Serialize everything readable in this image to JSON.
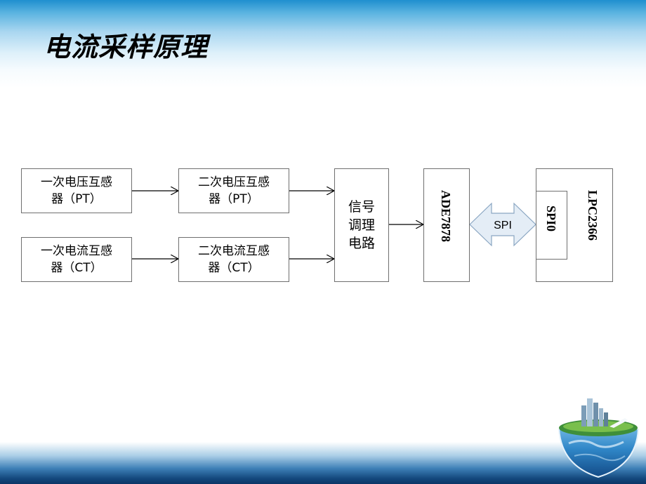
{
  "slide": {
    "title": "电流采样原理"
  },
  "diagram": {
    "primary_pt": {
      "line1": "一次电压互感",
      "line2": "器（PT）"
    },
    "secondary_pt": {
      "line1": "二次电压互感",
      "line2": "器（PT）"
    },
    "primary_ct": {
      "line1": "一次电流互感",
      "line2": "器（CT）"
    },
    "secondary_ct": {
      "line1": "二次电流互感",
      "line2": "器（CT）"
    },
    "signal_conditioning": {
      "line1": "信号",
      "line2": "调理",
      "line3": "电路"
    },
    "ade_chip": "ADE7878",
    "mcu": "LPC2366",
    "mcu_port": "SPI0",
    "bus_label": "SPI"
  },
  "colors": {
    "header_blue": "#1f8fcf",
    "footer_navy": "#0c3566",
    "box_border": "#6f6f6f",
    "spi_arrow_fill": "#e4edf6",
    "spi_arrow_stroke": "#8aa6c2"
  },
  "icons": {
    "corner_logo": "globe-city-icon"
  }
}
